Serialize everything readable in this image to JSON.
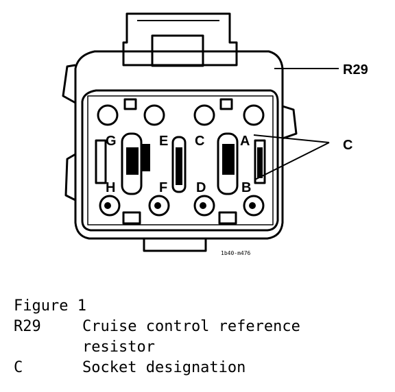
{
  "callouts": {
    "r29": "R29",
    "c": "C"
  },
  "pins": [
    "G",
    "E",
    "C",
    "A",
    "H",
    "F",
    "D",
    "B"
  ],
  "part_code": "1b40-m476",
  "caption": {
    "title": "Figure 1",
    "legend": [
      {
        "code": "R29",
        "desc_line1": "Cruise control reference",
        "desc_line2": "resistor"
      },
      {
        "code": "C",
        "desc_line1": "Socket designation"
      }
    ]
  }
}
